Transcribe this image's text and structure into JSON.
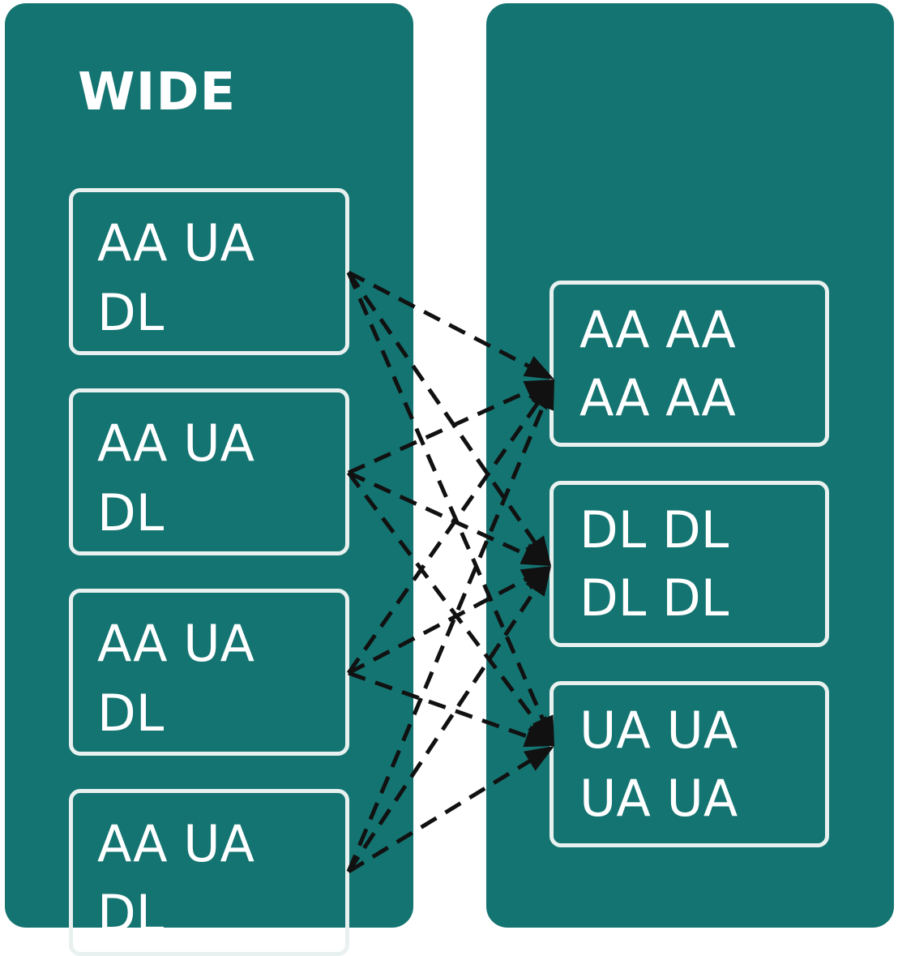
{
  "left_panel": {
    "title": "WIDE",
    "boxes": [
      {
        "line1": "AA UA",
        "line2": "DL"
      },
      {
        "line1": "AA UA",
        "line2": "DL"
      },
      {
        "line1": "AA UA",
        "line2": "DL"
      },
      {
        "line1": "AA UA",
        "line2": "DL"
      }
    ]
  },
  "right_panel": {
    "boxes": [
      {
        "line1": "AA AA",
        "line2": "AA AA"
      },
      {
        "line1": "DL DL",
        "line2": "DL DL"
      },
      {
        "line1": "UA UA",
        "line2": "UA UA"
      }
    ]
  },
  "edges": [
    {
      "from": 0,
      "to": 0
    },
    {
      "from": 0,
      "to": 1
    },
    {
      "from": 0,
      "to": 2
    },
    {
      "from": 1,
      "to": 0
    },
    {
      "from": 1,
      "to": 1
    },
    {
      "from": 1,
      "to": 2
    },
    {
      "from": 2,
      "to": 0
    },
    {
      "from": 2,
      "to": 1
    },
    {
      "from": 2,
      "to": 2
    },
    {
      "from": 3,
      "to": 0
    },
    {
      "from": 3,
      "to": 1
    },
    {
      "from": 3,
      "to": 2
    }
  ],
  "colors": {
    "panel": "#147471",
    "box_border": "#e8f1f0",
    "text": "#ffffff",
    "edge": "#111111"
  }
}
